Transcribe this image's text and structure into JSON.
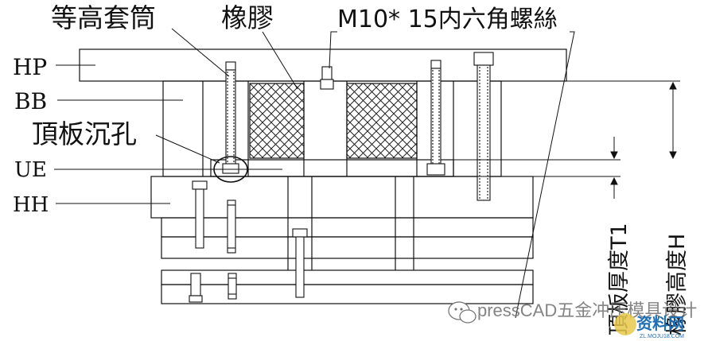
{
  "labels": {
    "standoff_sleeve": "等高套筒",
    "rubber": "橡膠",
    "screw": "M10* 15内六角螺絲",
    "top_plate_counterbore": "頂板沉孔",
    "hp": "HP",
    "bb": "BB",
    "ue": "UE",
    "hh": "HH",
    "plate_thickness_t1": "頂板厚度T1",
    "rubber_height_h": "橡膠高度H"
  },
  "watermark": {
    "text": "pressCAD五金冲压模具设计",
    "badge": "资料网",
    "badge_sub": "ZL.MOJU18.COM"
  }
}
